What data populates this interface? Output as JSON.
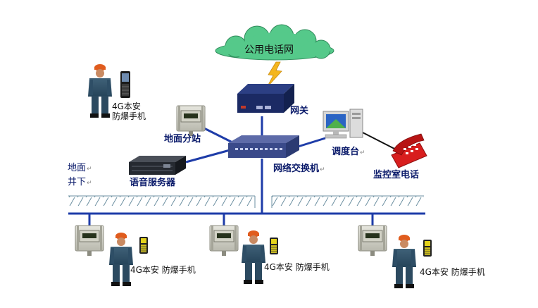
{
  "cloud": {
    "label": "公用电话网"
  },
  "gateway": {
    "label": "网关"
  },
  "switch": {
    "label": "网络交换机",
    "mark": "↵"
  },
  "ground_station": {
    "label": "地面分站"
  },
  "dispatch": {
    "label": "调度台",
    "mark": "↵"
  },
  "monitor_phone": {
    "label": "监控室电话"
  },
  "voice_server": {
    "label": "语音服务器"
  },
  "level_labels": {
    "surface": "地面",
    "underground": "井下",
    "mark": "↵"
  },
  "top_phone": {
    "line1": "4G本安",
    "line2": "防爆手机"
  },
  "bottom_groups": [
    {
      "label": "4G本安 防爆手机"
    },
    {
      "label": "4G本安  防爆手机"
    },
    {
      "label": "4G本安  防爆手机"
    }
  ],
  "colors": {
    "network_line": "#1e3ca8",
    "cloud": "#55c98a",
    "lightning": "#f4b61e",
    "label": "#0a1a6a"
  }
}
